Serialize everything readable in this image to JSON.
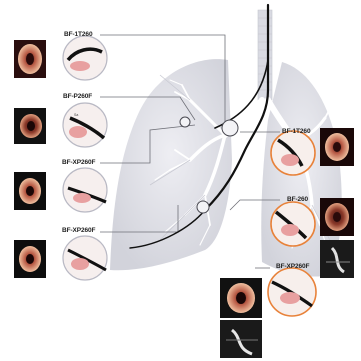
{
  "scopes_left": [
    {
      "label": "BF-1T260"
    },
    {
      "label": "BF-P260F"
    },
    {
      "label": "BF-XP260F"
    },
    {
      "label": "BF-XP260F"
    }
  ],
  "scopes_right": [
    {
      "label": "BF-1T260"
    },
    {
      "label": "BF-260"
    },
    {
      "label": "BF-XP260F"
    }
  ],
  "colors": {
    "lung_fill": "#e3e4ea",
    "lung_shadow": "#cfd0d8",
    "left_circle_stroke": "#b9b9c4",
    "right_circle_stroke": "#e8823a",
    "tissue_pink": "#e8a0a0",
    "scope_black": "#111111"
  }
}
